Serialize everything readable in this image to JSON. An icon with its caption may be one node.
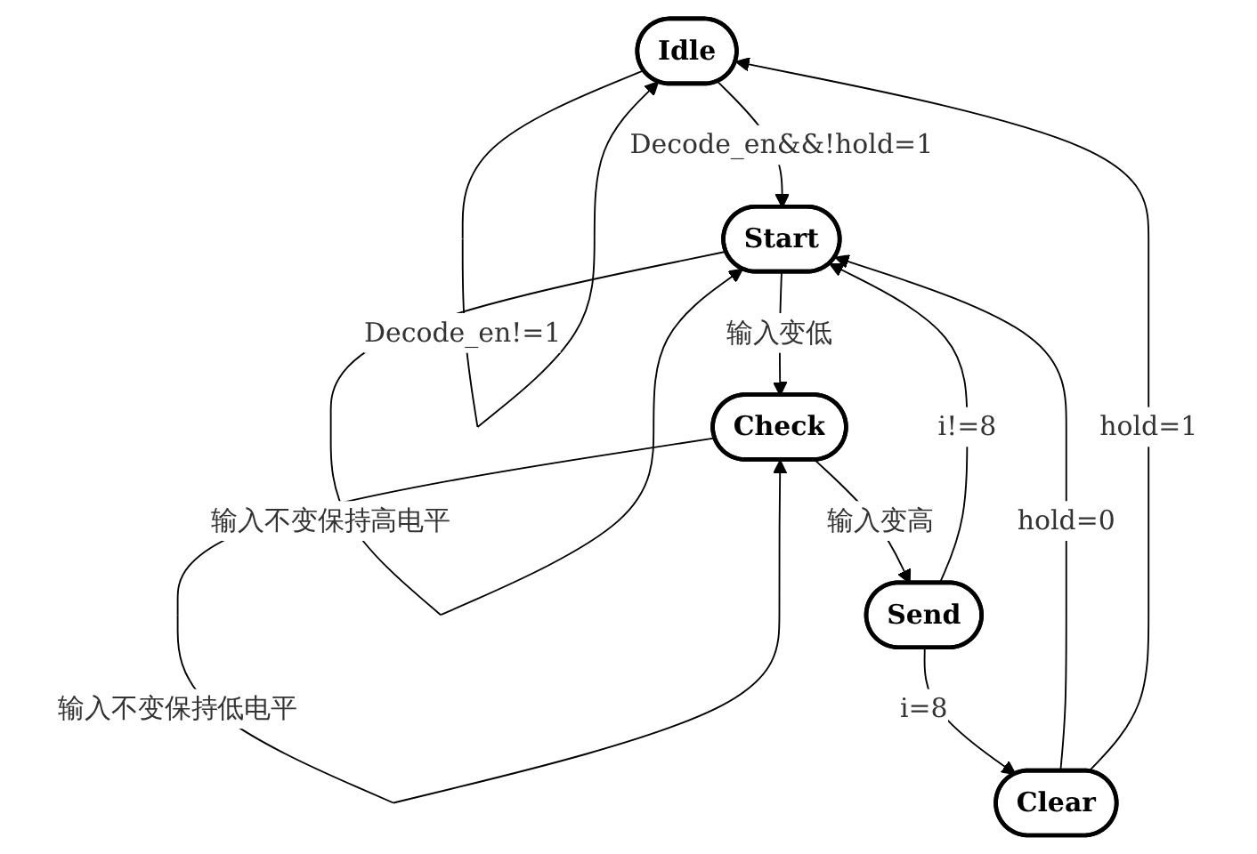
{
  "diagram": {
    "nodes": [
      {
        "text": [
          "Idle"
        ]
      },
      {
        "text": [
          "Start"
        ]
      },
      {
        "text": [
          "Check"
        ]
      },
      {
        "text": [
          "Send"
        ]
      },
      {
        "text": [
          "Clear"
        ]
      }
    ],
    "edges": [
      {
        "from": 0,
        "to": 0,
        "arrow": "to",
        "label": "Decode_en!=1"
      },
      {
        "from": 0,
        "to": 1,
        "arrow": "to",
        "label": "Decode_en&&!hold=1"
      },
      {
        "from": 1,
        "to": 1,
        "arrow": "to",
        "label": "输入不变保持高电平"
      },
      {
        "from": 1,
        "to": 2,
        "arrow": "to",
        "label": "输入变低"
      },
      {
        "from": 2,
        "to": 2,
        "arrow": "to",
        "label": "输入不变保持低电平"
      },
      {
        "from": 2,
        "to": 3,
        "arrow": "to",
        "label": "输入变高"
      },
      {
        "from": 3,
        "to": 1,
        "arrow": "to",
        "label": "i!=8"
      },
      {
        "from": 3,
        "to": 4,
        "arrow": "to",
        "label": "i=8"
      },
      {
        "from": 4,
        "to": 1,
        "arrow": "to",
        "label": "hold=0"
      },
      {
        "from": 4,
        "to": 0,
        "arrow": "to",
        "label": "hold=1"
      }
    ]
  }
}
